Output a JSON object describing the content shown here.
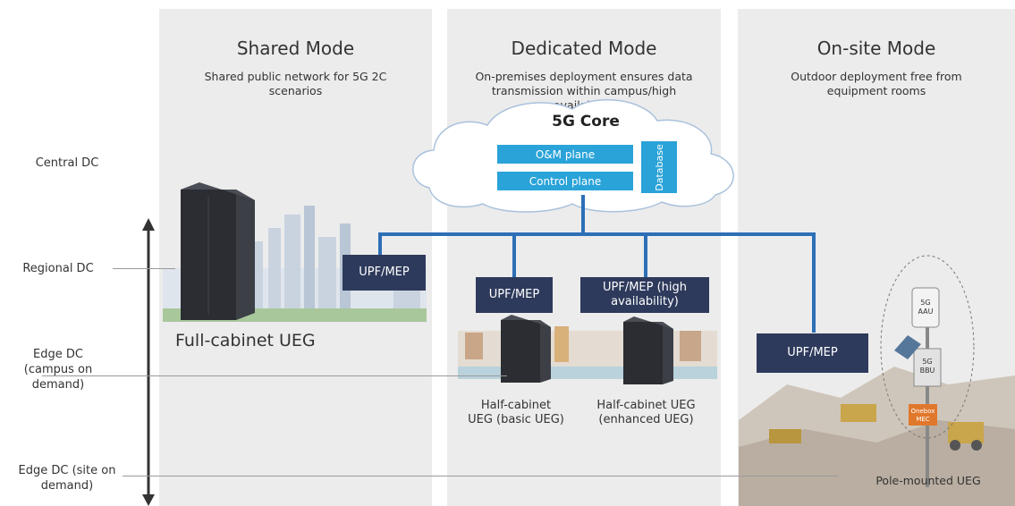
{
  "panels": [
    {
      "title": "Shared Mode",
      "subtitle": "Shared public network for 5G 2C scenarios"
    },
    {
      "title": "Dedicated Mode",
      "subtitle": "On-premises deployment ensures data transmission within campus/high availability"
    },
    {
      "title": "On-site Mode",
      "subtitle": "Outdoor deployment free from equipment rooms"
    }
  ],
  "levels": {
    "central": "Central DC",
    "regional": "Regional DC",
    "edge_campus": "Edge DC (campus on demand)",
    "edge_site": "Edge DC (site on demand)"
  },
  "core": {
    "title": "5G Core",
    "om_plane": "O&M plane",
    "control_plane": "Control plane",
    "database": "Database"
  },
  "upf": {
    "shared": "UPF/MEP",
    "basic": "UPF/MEP",
    "ha": "UPF/MEP (high availability)",
    "onsite": "UPF/MEP"
  },
  "captions": {
    "full_cabinet": "Full-cabinet UEG",
    "half_basic": "Half-cabinet UEG (basic UEG)",
    "half_enhanced": "Half-cabinet UEG (enhanced UEG)",
    "pole": "Pole-mounted UEG"
  },
  "pole_labels": {
    "aau": "5G AAU",
    "bbu": "5G BBU",
    "mec": "Onebox MEC"
  },
  "colors": {
    "accent": "#2d6fb7",
    "box": "#2e3a5c",
    "core_box": "#2aa3d8",
    "panel": "#ececec"
  }
}
